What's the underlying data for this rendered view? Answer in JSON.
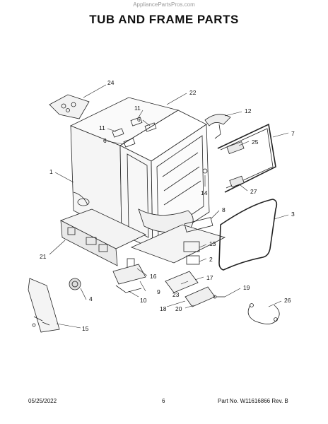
{
  "watermark": "AppliancePartsPros.com",
  "title": "TUB AND FRAME PARTS",
  "callouts": {
    "c24": "24",
    "c22": "22",
    "c11a": "11",
    "c6a": "6",
    "c11b": "11",
    "c6b": "6",
    "c12": "12",
    "c7": "7",
    "c25": "25",
    "c1": "1",
    "c14": "14",
    "c27": "27",
    "c8": "8",
    "c3": "3",
    "c21": "21",
    "c13": "13",
    "c2": "2",
    "c4": "4",
    "c16": "16",
    "c9": "9",
    "c17": "17",
    "c23": "23",
    "c19": "19",
    "c10": "10",
    "c26": "26",
    "c18": "18",
    "c20": "20",
    "c15": "15"
  },
  "footer": {
    "date": "05/25/2022",
    "page": "6",
    "part": "Part No. W11616866  Rev. B"
  }
}
